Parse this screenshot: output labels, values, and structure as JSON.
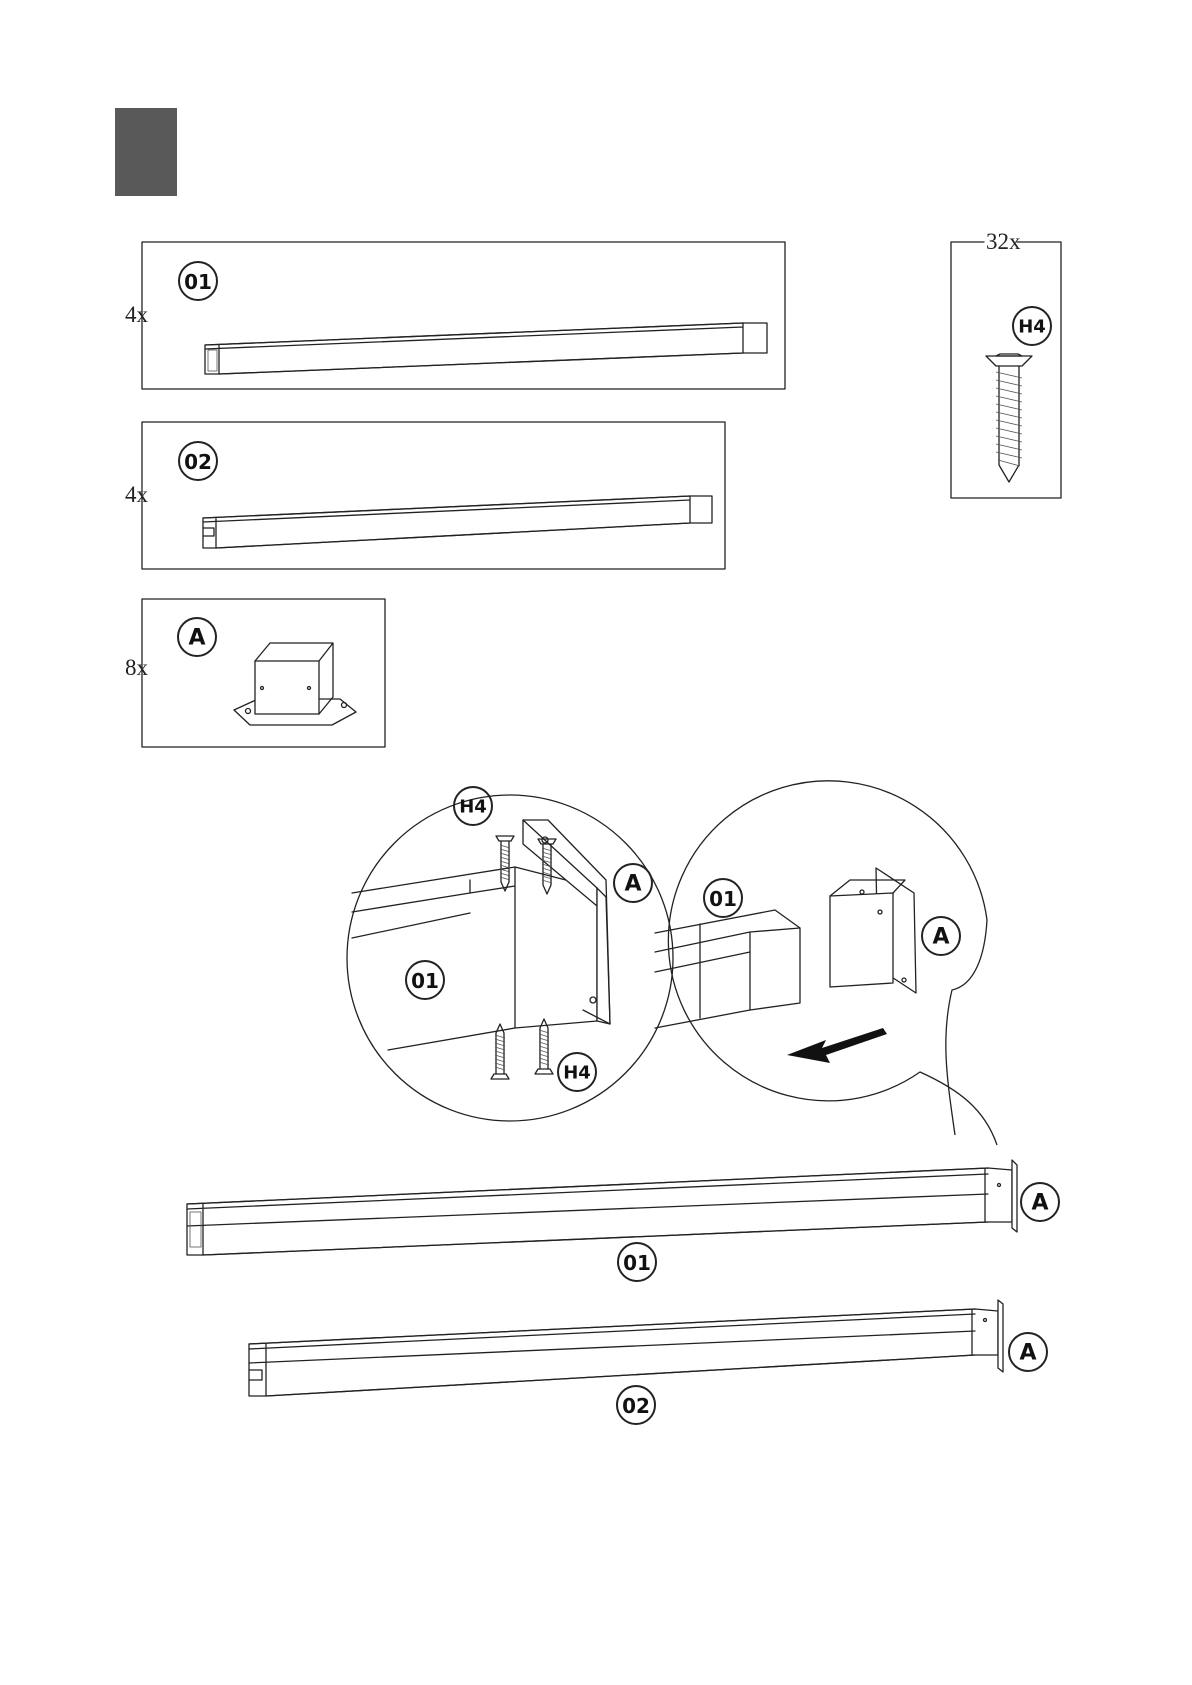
{
  "step_badge": {
    "color": "#595959"
  },
  "parts": [
    {
      "id": "part-01",
      "label": "01",
      "qty": "4x"
    },
    {
      "id": "part-02",
      "label": "02",
      "qty": "4x"
    },
    {
      "id": "part-A",
      "label": "A",
      "qty": "8x"
    }
  ],
  "hardware": {
    "label": "H4",
    "qty": "32x",
    "icon": "screw-icon"
  },
  "detail_left": {
    "screw_top": "H4",
    "screw_bottom": "H4",
    "bracket": "A",
    "post": "01"
  },
  "detail_right": {
    "post": "01",
    "bracket": "A",
    "arrow": "arrow-left-icon"
  },
  "assembly": [
    {
      "post": "01",
      "bracket": "A"
    },
    {
      "post": "02",
      "bracket": "A"
    }
  ]
}
